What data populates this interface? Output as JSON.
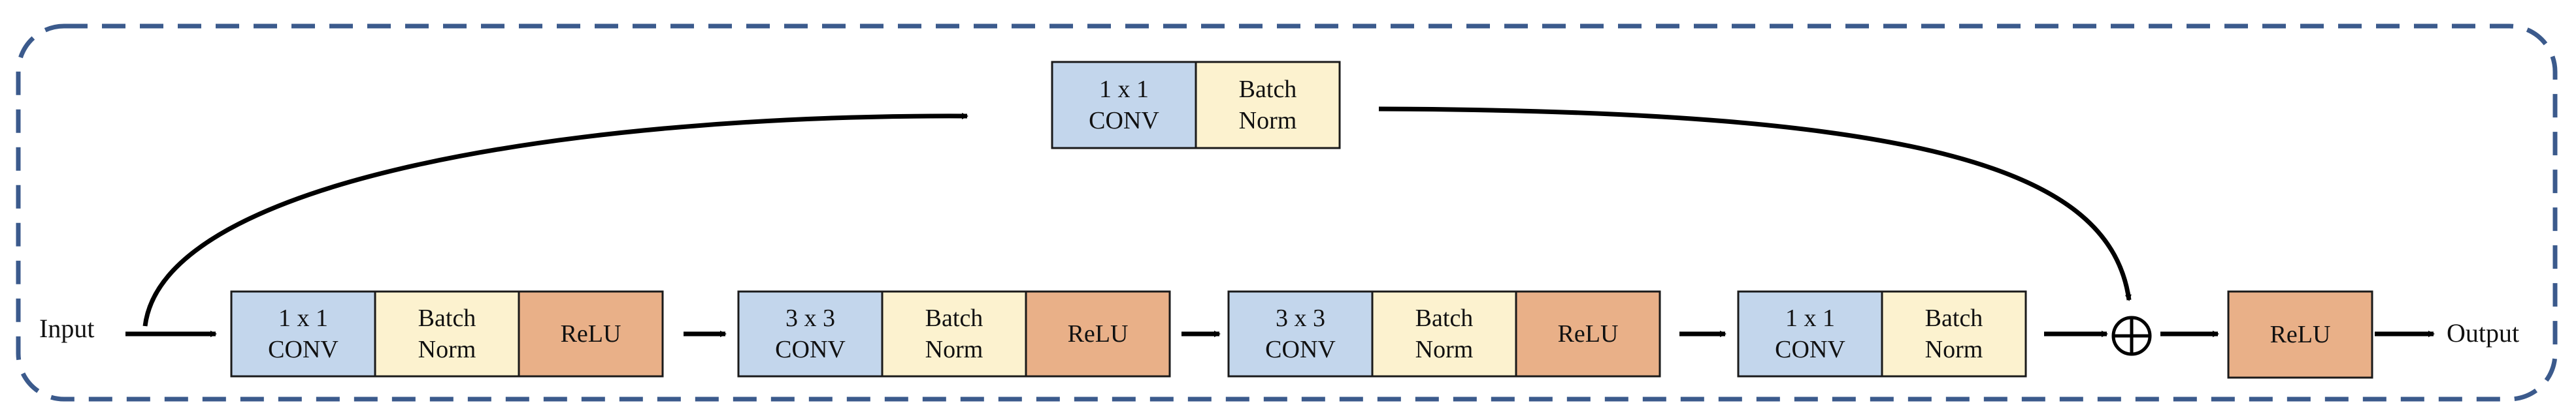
{
  "colors": {
    "conv": "#c3d6ec",
    "batchnorm": "#fcf2cf",
    "relu": "#e9b088",
    "border": "#1a1a1a",
    "dashed_frame": "#3b5a8c",
    "arrow": "#000000"
  },
  "labels": {
    "input": "Input",
    "output": "Output",
    "add_symbol": "⊕"
  },
  "shortcut": [
    {
      "type": "conv",
      "lines": [
        "1 x 1",
        "CONV"
      ]
    },
    {
      "type": "batchnorm",
      "lines": [
        "Batch",
        "Norm"
      ]
    }
  ],
  "stages": [
    {
      "blocks": [
        {
          "type": "conv",
          "lines": [
            "1 x 1",
            "CONV"
          ]
        },
        {
          "type": "batchnorm",
          "lines": [
            "Batch",
            "Norm"
          ]
        },
        {
          "type": "relu",
          "lines": [
            "ReLU"
          ]
        }
      ]
    },
    {
      "blocks": [
        {
          "type": "conv",
          "lines": [
            "3 x 3",
            "CONV"
          ]
        },
        {
          "type": "batchnorm",
          "lines": [
            "Batch",
            "Norm"
          ]
        },
        {
          "type": "relu",
          "lines": [
            "ReLU"
          ]
        }
      ]
    },
    {
      "blocks": [
        {
          "type": "conv",
          "lines": [
            "3 x 3",
            "CONV"
          ]
        },
        {
          "type": "batchnorm",
          "lines": [
            "Batch",
            "Norm"
          ]
        },
        {
          "type": "relu",
          "lines": [
            "ReLU"
          ]
        }
      ]
    },
    {
      "blocks": [
        {
          "type": "conv",
          "lines": [
            "1 x 1",
            "CONV"
          ]
        },
        {
          "type": "batchnorm",
          "lines": [
            "Batch",
            "Norm"
          ]
        }
      ]
    }
  ],
  "final_block": {
    "type": "relu",
    "lines": [
      "ReLU"
    ]
  }
}
